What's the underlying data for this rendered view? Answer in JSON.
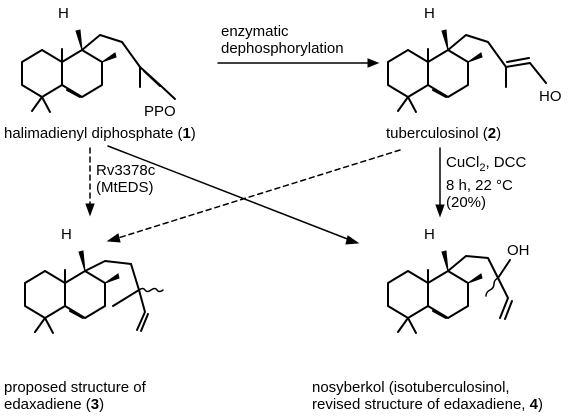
{
  "compounds": [
    {
      "name": "halimadienyl diphosphate (",
      "num": "1",
      "close": ")",
      "substituent": "PPO"
    },
    {
      "name": "tuberculosinol (",
      "num": "2",
      "close": ")",
      "substituent": "HO"
    },
    {
      "line1": "proposed structure of",
      "line2": "edaxadiene (",
      "num": "3",
      "close": ")"
    },
    {
      "line1": "nosyberkol (isotuberculosinol,",
      "line2": "revised structure of edaxadiene, ",
      "num": "4",
      "close": ")",
      "substituent": "OH"
    }
  ],
  "stereo_label": "H",
  "reactions": {
    "top": {
      "line1": "enzymatic",
      "line2": "dephosphorylation"
    },
    "left": {
      "line1": "Rv3378c",
      "line2": "(MtEDS)"
    },
    "right": {
      "line1_pre": "CuCl",
      "line1_sub": "2",
      "line1_post": ", DCC",
      "line2": "8 h, 22 °C",
      "line3": "(20%)"
    }
  }
}
